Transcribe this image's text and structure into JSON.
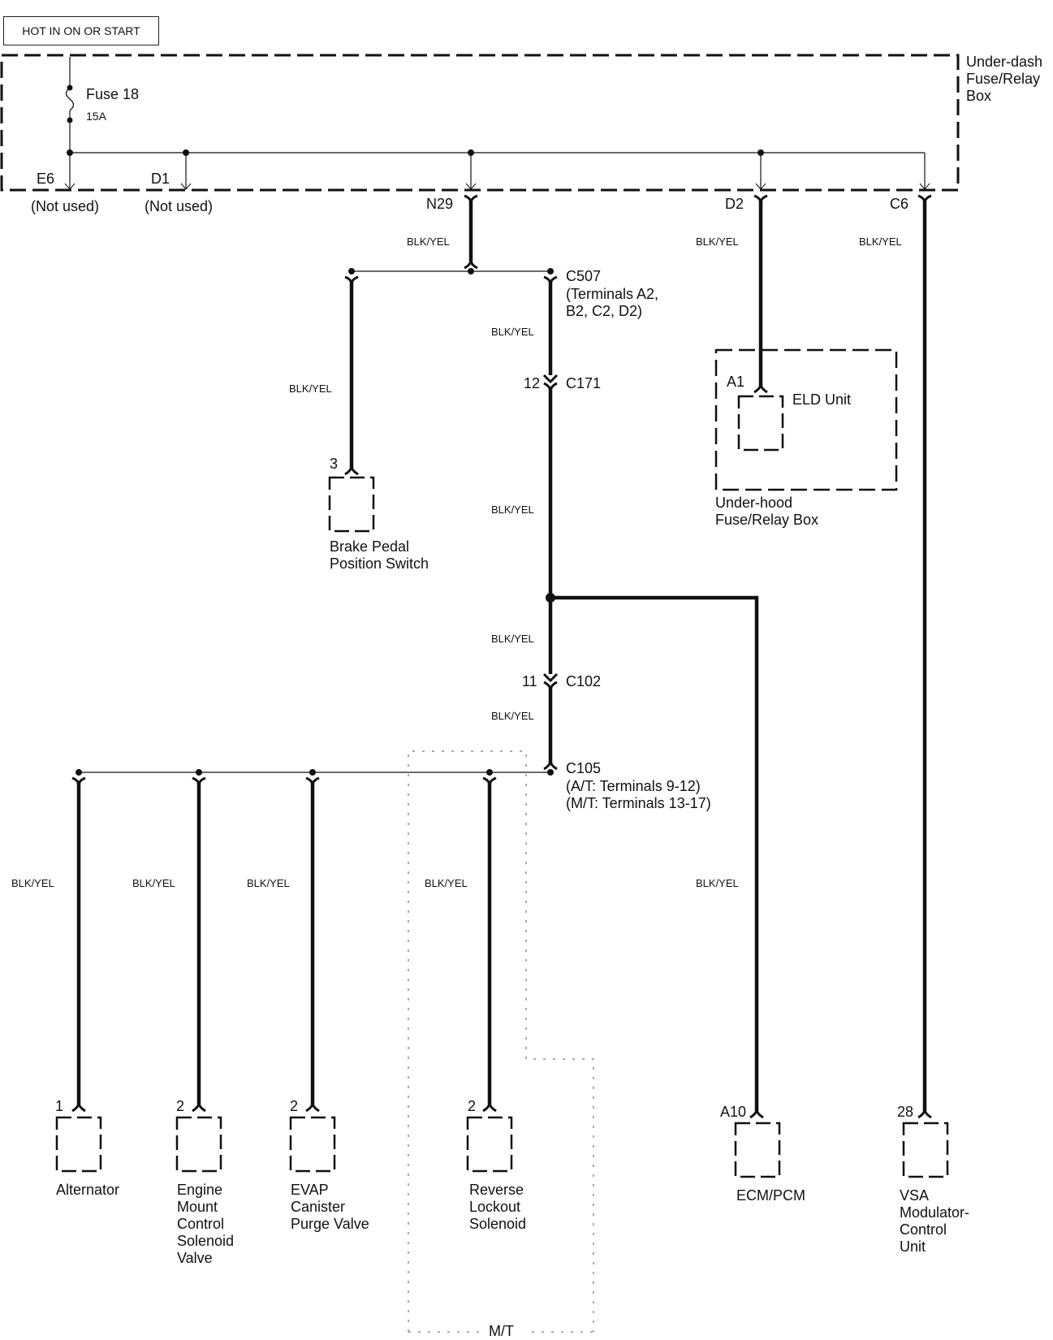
{
  "header": {
    "power_label": "HOT IN ON OR START"
  },
  "fuse_box": {
    "name": "Under-dash\nFuse/Relay\nBox",
    "fuse": {
      "name": "Fuse 18",
      "rating": "15A"
    },
    "terminals": [
      {
        "id": "E6",
        "note": "(Not used)"
      },
      {
        "id": "D1",
        "note": "(Not used)"
      },
      {
        "id": "N29",
        "note": ""
      },
      {
        "id": "D2",
        "note": ""
      },
      {
        "id": "C6",
        "note": ""
      }
    ]
  },
  "wire_color": "BLK/YEL",
  "connectors": {
    "c507": {
      "name": "C507",
      "detail": "(Terminals A2,\nB2, C2, D2)"
    },
    "c171": {
      "name": "C171",
      "pin": "12"
    },
    "c102": {
      "name": "C102",
      "pin": "11"
    },
    "c105": {
      "name": "C105",
      "detail": "(A/T: Terminals 9-12)\n(M/T: Terminals 13-17)"
    }
  },
  "under_hood_box": {
    "name": "Under-hood\nFuse/Relay Box",
    "component": {
      "name": "ELD Unit",
      "pin": "A1"
    }
  },
  "components": [
    {
      "key": "brake",
      "name": "Brake Pedal\nPosition Switch",
      "pin": "3"
    },
    {
      "key": "alternator",
      "name": "Alternator",
      "pin": "1"
    },
    {
      "key": "engine_mount",
      "name": "Engine\nMount\nControl\nSolenoid\nValve",
      "pin": "2"
    },
    {
      "key": "evap",
      "name": "EVAP\nCanister\nPurge Valve",
      "pin": "2"
    },
    {
      "key": "reverse_lockout",
      "name": "Reverse\nLockout\nSolenoid",
      "pin": "2"
    },
    {
      "key": "ecm",
      "name": "ECM/PCM",
      "pin": "A10"
    },
    {
      "key": "vsa",
      "name": "VSA\nModulator-\nControl\nUnit",
      "pin": "28"
    }
  ],
  "option_region": {
    "label": "M/T"
  }
}
